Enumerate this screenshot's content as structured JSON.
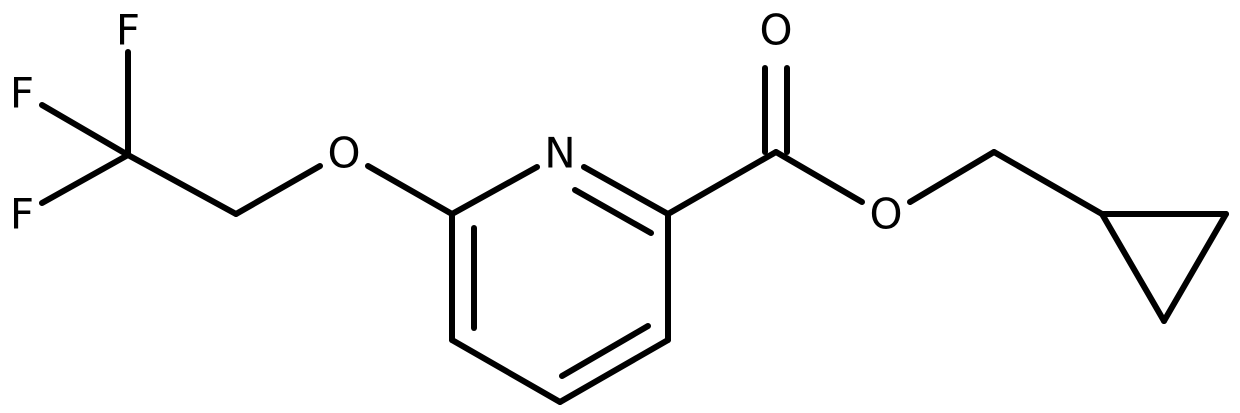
{
  "diagram": {
    "type": "chemical-structure",
    "atoms": [
      {
        "id": "F1",
        "label": "F"
      },
      {
        "id": "F2",
        "label": "F"
      },
      {
        "id": "F3",
        "label": "F"
      },
      {
        "id": "O1",
        "label": "O"
      },
      {
        "id": "N1",
        "label": "N"
      },
      {
        "id": "O2",
        "label": "O"
      },
      {
        "id": "O3",
        "label": "O"
      }
    ],
    "colors": {
      "bond": "#000000",
      "label": "#000000",
      "background": "#ffffff"
    }
  }
}
